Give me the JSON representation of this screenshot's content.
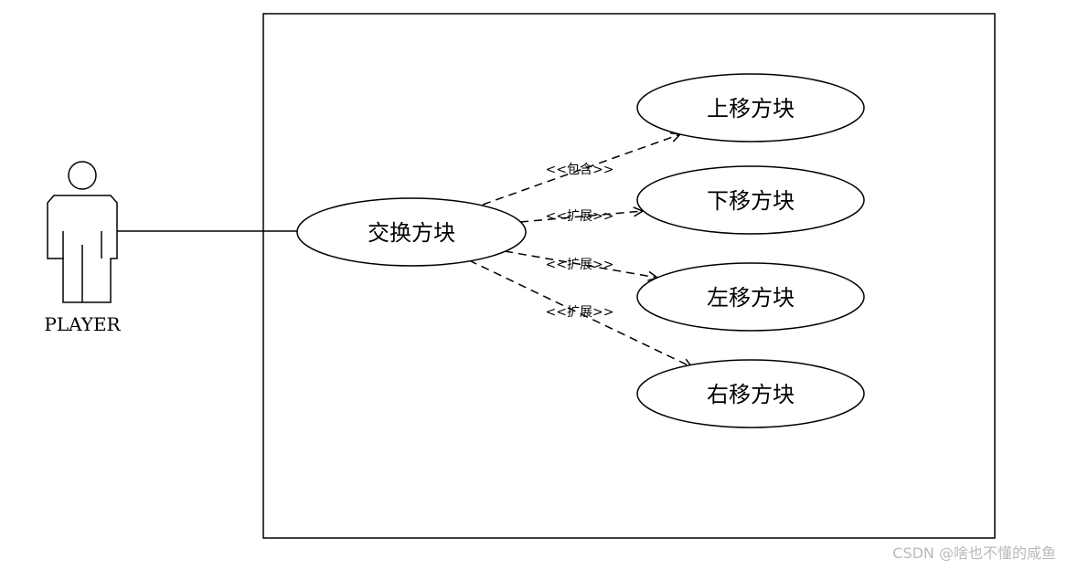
{
  "actor": {
    "name": "PLAYER",
    "icon": "stick-figure-actor-icon"
  },
  "use_cases": {
    "main": "交换方块",
    "up": "上移方块",
    "down": "下移方块",
    "left": "左移方块",
    "right": "右移方块"
  },
  "relations": {
    "include": "<<包含>>",
    "extend_down": "<<扩展>>",
    "extend_left": "<<扩展>>",
    "extend_right": "<<扩展>>"
  },
  "watermark": "CSDN @啥也不懂的咸鱼",
  "colors": {
    "line": "#000000",
    "background": "#ffffff",
    "watermark": "#b9b9b9"
  }
}
